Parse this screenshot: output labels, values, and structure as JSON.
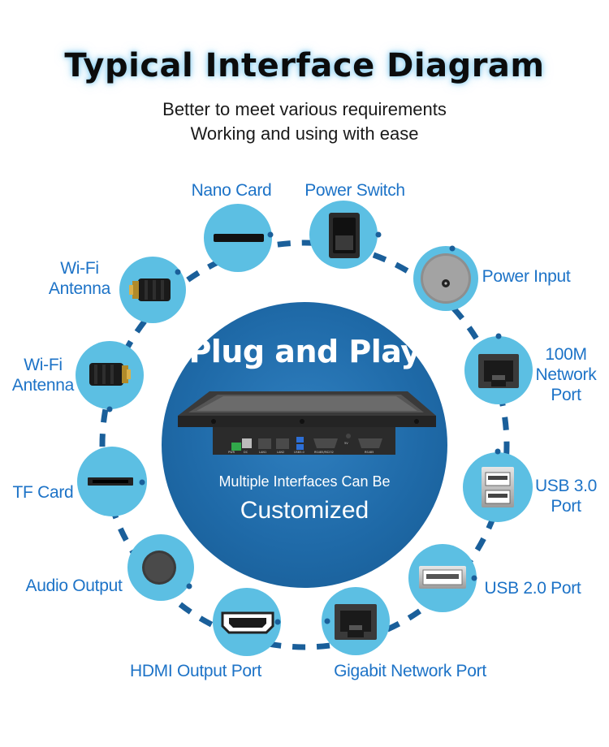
{
  "header": {
    "title": "Typical Interface Diagram",
    "subtitle_1": "Better to meet various requirements",
    "subtitle_2": "Working and using with ease"
  },
  "center": {
    "headline": "Plug and Play",
    "caption": "Multiple Interfaces Can Be",
    "customized": "Customized",
    "device_port_labels": [
      "PWR",
      "DC",
      "LAN1",
      "LAN2",
      "USB3.0",
      "RS485/RS232",
      "5V",
      "RS485"
    ]
  },
  "interfaces": [
    {
      "label": "Nano Card",
      "icon": "nano-card-slot-icon"
    },
    {
      "label": "Power Switch",
      "icon": "power-switch-icon"
    },
    {
      "label": "Power Input",
      "icon": "power-input-icon"
    },
    {
      "label": "100M Network Port",
      "line1": "100M",
      "line2": "Network",
      "line3": "Port",
      "icon": "rj45-port-icon"
    },
    {
      "label": "USB 3.0 Port",
      "line1": "USB 3.0",
      "line2": "Port",
      "icon": "usb3-port-icon"
    },
    {
      "label": "USB 2.0 Port",
      "icon": "usb2-port-icon"
    },
    {
      "label": "Gigabit Network Port",
      "icon": "rj45-port-icon"
    },
    {
      "label": "HDMI Output Port",
      "icon": "hdmi-port-icon"
    },
    {
      "label": "Audio Output",
      "icon": "audio-jack-icon"
    },
    {
      "label": "TF Card",
      "icon": "tf-card-slot-icon"
    },
    {
      "label": "Wi-Fi Antenna",
      "line1": "Wi-Fi",
      "line2": "Antenna",
      "icon": "wifi-antenna-connector-icon"
    },
    {
      "label": "Wi-Fi Antenna",
      "line1": "Wi-Fi",
      "line2": "Antenna",
      "icon": "wifi-antenna-connector-icon"
    }
  ],
  "colors": {
    "accent": "#1d73c7",
    "bubble": "#5cbfe3",
    "center_circle": "#1f6aa8",
    "dash_ring": "#1a5f9a"
  }
}
